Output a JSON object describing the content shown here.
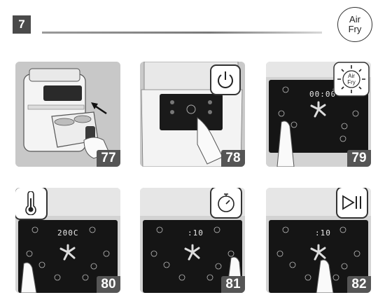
{
  "header": {
    "step_number": "7",
    "mode_badge_line1": "Air",
    "mode_badge_line2": "Fry"
  },
  "figures": [
    {
      "label": "77",
      "icon": "arrow-icon"
    },
    {
      "label": "78",
      "icon": "power-icon"
    },
    {
      "label": "79",
      "icon": "air-fry-icon",
      "display": "00:00",
      "icon_text_line1": "Air",
      "icon_text_line2": "Fry"
    },
    {
      "label": "80",
      "icon": "thermometer-icon",
      "display": "200C"
    },
    {
      "label": "81",
      "icon": "timer-icon",
      "display": ":10"
    },
    {
      "label": "82",
      "icon": "play-pause-icon",
      "display": ":10"
    }
  ]
}
